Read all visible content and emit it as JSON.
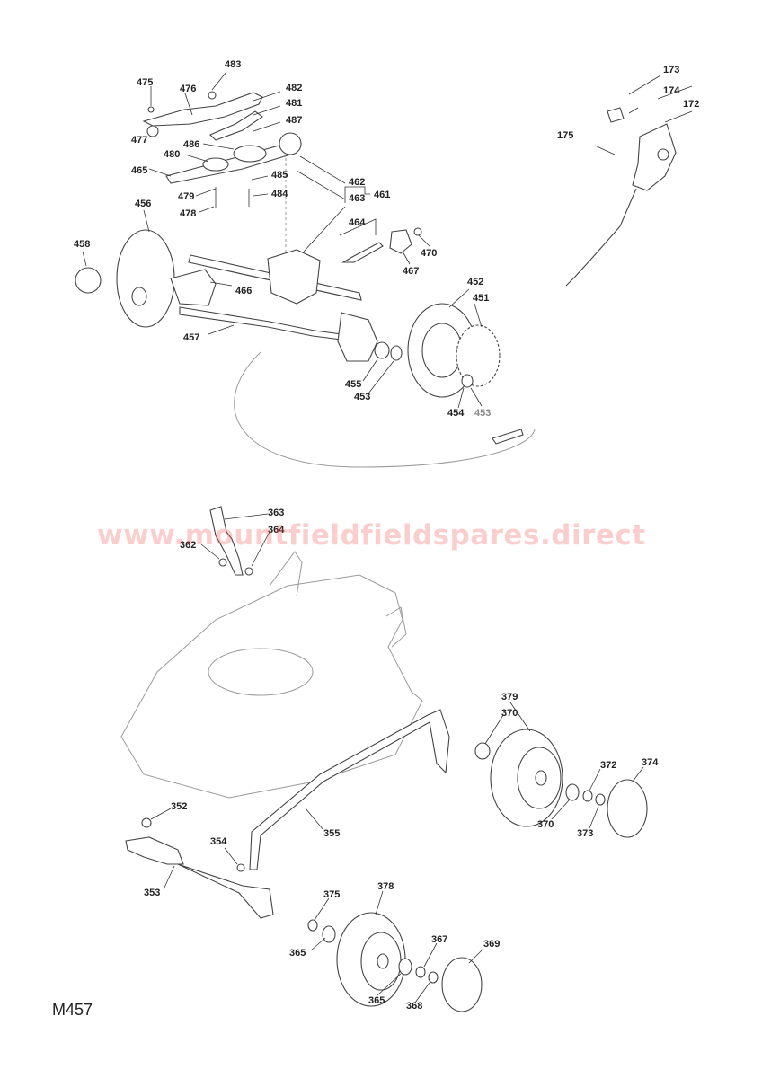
{
  "diagram_code": "M457",
  "watermark": "www.mountfieldfieldspares.direct",
  "labels": {
    "p483": "483",
    "p475": "475",
    "p476": "476",
    "p482": "482",
    "p481": "481",
    "p487": "487",
    "p477": "477",
    "p486": "486",
    "p480": "480",
    "p465": "465",
    "p485": "485",
    "p479": "479",
    "p484": "484",
    "p478": "478",
    "p462": "462",
    "p463": "463",
    "p461": "461",
    "p464": "464",
    "p456": "456",
    "p458": "458",
    "p470": "470",
    "p467": "467",
    "p466": "466",
    "p452": "452",
    "p451": "451",
    "p457": "457",
    "p455": "455",
    "p453": "453",
    "p454": "454",
    "p453b": "453",
    "p173": "173",
    "p174": "174",
    "p172": "172",
    "p175": "175",
    "p363": "363",
    "p364": "364",
    "p362": "362",
    "p379": "379",
    "p370": "370",
    "p372": "372",
    "p374": "374",
    "p370b": "370",
    "p373": "373",
    "p352": "352",
    "p355": "355",
    "p354": "354",
    "p353": "353",
    "p375": "375",
    "p378": "378",
    "p367": "367",
    "p369": "369",
    "p365": "365",
    "p365b": "365",
    "p368": "368"
  }
}
